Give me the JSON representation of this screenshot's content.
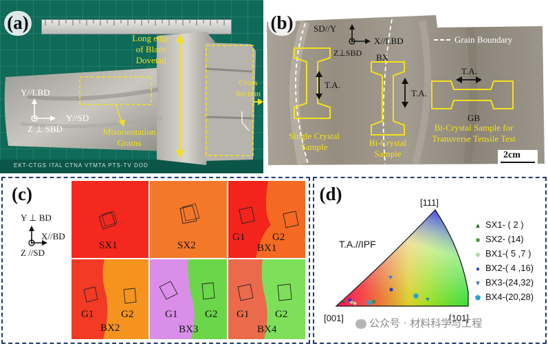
{
  "panels": {
    "a": {
      "letter": "(a)",
      "long_edge": "Long edge\nof Blade\nDovetail",
      "misorientation": "Misorientation\nGrains",
      "cross_section": "Cross\nSection",
      "axis_y": "Y//LBD",
      "axis_x": "Y//SD",
      "axis_z": "Z ⊥ SBD",
      "ruler_text": "EKT-CTGS ITAL CTNA VTMTA PTS-TV DOD"
    },
    "b": {
      "letter": "(b)",
      "sd": "SD//Y",
      "z": "Z⊥SBD",
      "x": "X//LBD",
      "grain_boundary": "Grain Boundary",
      "bx": "BX",
      "ta1": "T.A.",
      "ta2": "T.A.",
      "ta3": "T.A.",
      "gb": "GB",
      "single_crystal": "Single Crystal\nSample",
      "bi_crystal": "Bi-Crystal\nSample",
      "bi_crystal_transverse": "Bi-Crystal Sample for\nTransverse Tensile Test",
      "scale": "2cm"
    },
    "c": {
      "letter": "(c)",
      "axis_y": "Y ⊥ BD",
      "axis_x": "X//BD",
      "axis_z": "Z //SD",
      "tiles": [
        {
          "label": "SX1",
          "g1": "",
          "g2": ""
        },
        {
          "label": "SX2",
          "g1": "",
          "g2": ""
        },
        {
          "label": "BX1",
          "g1": "G1",
          "g2": "G2"
        },
        {
          "label": "BX2",
          "g1": "G1",
          "g2": "G2"
        },
        {
          "label": "BX3",
          "g1": "G1",
          "g2": "G2"
        },
        {
          "label": "BX4",
          "g1": "G1",
          "g2": "G2"
        }
      ]
    },
    "d": {
      "letter": "(d)",
      "title": "T.A.//IPF",
      "corner_111": "[111]",
      "corner_001": "[001]",
      "corner_101": "[101]",
      "watermark": "公众号 · 材料科学与工程",
      "legend": [
        {
          "label": "SX1-  ( 2 )",
          "marker": "▲",
          "color": "#2e6b2e"
        },
        {
          "label": "SX2-  (14)",
          "marker": "■",
          "color": "#4a8a3a"
        },
        {
          "label": "BX1-( 5 ,7 )",
          "marker": "◆",
          "color": "#b9d9a0"
        },
        {
          "label": "BX2-( 4 ,16)",
          "marker": "●",
          "color": "#1f3fbf"
        },
        {
          "label": "BX3-(24,32)",
          "marker": "▼",
          "color": "#3a7fc0"
        },
        {
          "label": "BX4-(20,28)",
          "marker": "⬟",
          "color": "#2aa0d8"
        }
      ]
    }
  },
  "colors": {
    "dash_blue": "#1f3a6e",
    "yellow": "#f4e11c",
    "cutting_mat": "#0f6a58"
  }
}
